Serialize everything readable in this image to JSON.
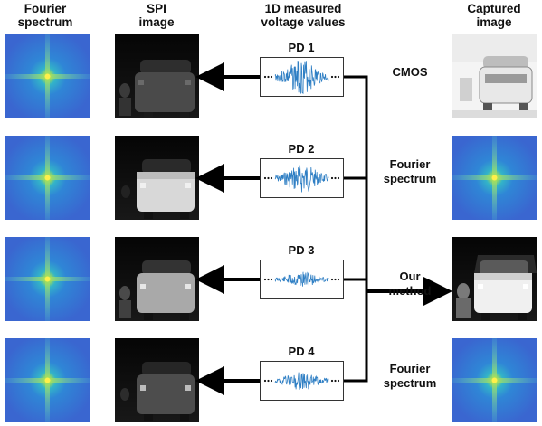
{
  "headers": {
    "fourier": [
      "Fourier",
      "spectrum"
    ],
    "spi": [
      "SPI",
      "image"
    ],
    "voltage": [
      "1D measured",
      "voltage values"
    ],
    "captured": [
      "Captured",
      "image"
    ]
  },
  "rows": [
    {
      "pd": "PD 1",
      "label": [
        "CMOS"
      ],
      "captured": "photo-white"
    },
    {
      "pd": "PD 2",
      "label": [
        "Fourier",
        "spectrum"
      ],
      "captured": "spectrum"
    },
    {
      "pd": "PD 3",
      "label": [
        "Our",
        "method"
      ],
      "captured": "photo-dark"
    },
    {
      "pd": "PD 4",
      "label": [
        "Fourier",
        "spectrum"
      ],
      "captured": "spectrum"
    }
  ],
  "colors": {
    "spectrum_bg": "#3a6fd8",
    "spectrum_center": "#f2d21c",
    "signal": "#2f7fc4",
    "arrow": "#000000"
  }
}
